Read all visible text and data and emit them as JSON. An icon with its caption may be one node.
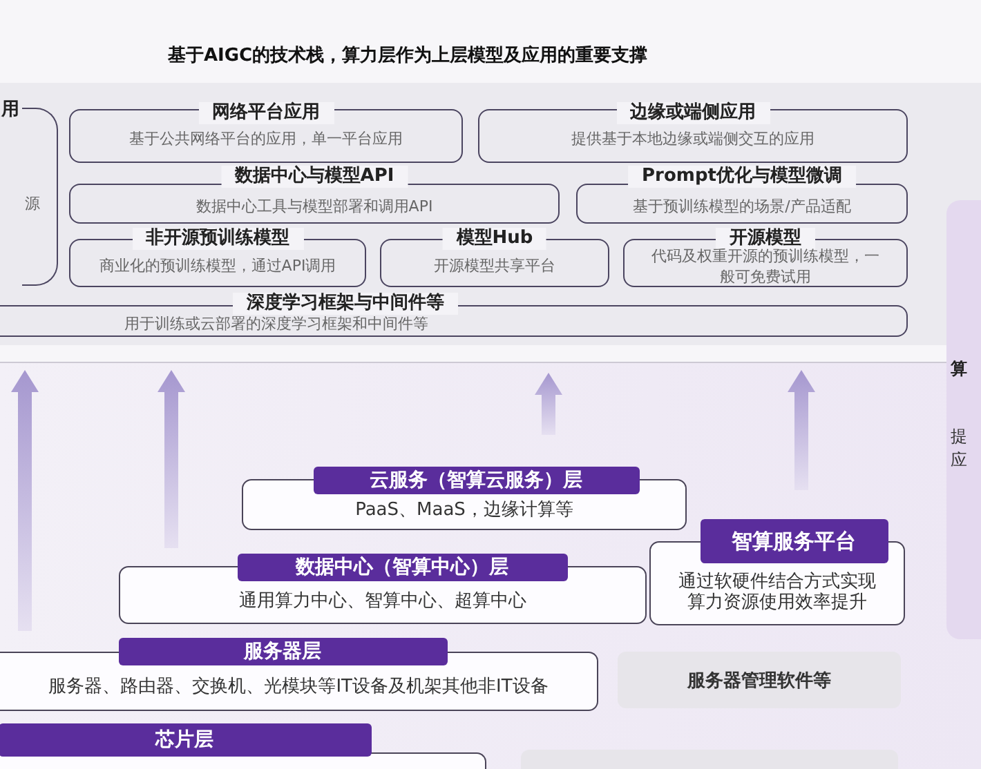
{
  "diagram": {
    "title": "基于AIGC的技术栈，算力层作为上层模型及应用的重要支撑",
    "nodes": [
      {
        "text": [
          "用",
          "源"
        ]
      },
      {
        "text": [
          "网络平台应用",
          "基于公共网络平台的应用，单一平台应用"
        ]
      },
      {
        "text": [
          "边缘或端侧应用",
          "提供基于本地边缘或端侧交互的应用"
        ]
      },
      {
        "text": [
          "数据中心与模型API",
          "数据中心工具与模型部署和调用API"
        ]
      },
      {
        "text": [
          "Prompt优化与模型微调",
          "基于预训练模型的场景/产品适配"
        ]
      },
      {
        "text": [
          "非开源预训练模型",
          "商业化的预训练模型，通过API调用"
        ]
      },
      {
        "text": [
          "模型Hub",
          "开源模型共享平台"
        ]
      },
      {
        "text": [
          "开源模型",
          "代码及权重开源的预训练模型，一般可免费试用"
        ]
      },
      {
        "text": [
          "深度学习框架与中间件等",
          "用于训练或云部署的深度学习框架和中间件等"
        ]
      },
      {
        "text": [
          "算",
          "提应"
        ]
      },
      {
        "text": [
          "云服务（智算云服务）层",
          "PaaS、MaaS，边缘计算等"
        ]
      },
      {
        "text": [
          "智算服务平台",
          "通过软硬件结合方式实现算力资源使用效率提升"
        ]
      },
      {
        "text": [
          "数据中心（智算中心）层",
          "通用算力中心、智算中心、超算中心"
        ]
      },
      {
        "text": [
          "服务器层",
          "服务器、路由器、交换机、光模块等IT设备及机架其他非IT设备"
        ]
      },
      {
        "text": [
          "服务器管理软件等"
        ]
      },
      {
        "text": [
          "芯片层"
        ]
      },
      {
        "text": [],
        "shape": "box"
      }
    ]
  }
}
